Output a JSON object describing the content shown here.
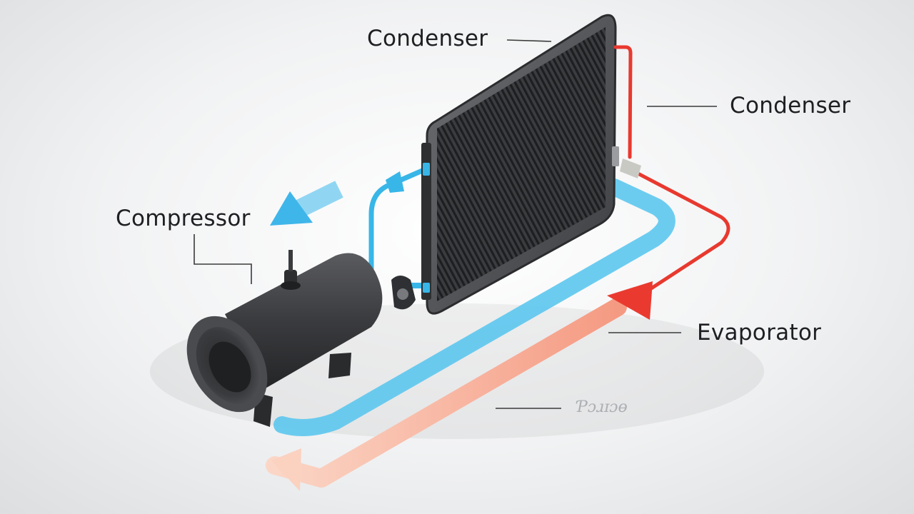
{
  "labels": {
    "condenser_top": "Condenser",
    "condenser_right": "Condenser",
    "compressor": "Compressor",
    "evaporator": "Evaporator",
    "faint_mark": "Ƥɔɹɪɔɵ"
  },
  "colors": {
    "cold_line": "#3fb9ea",
    "hot_line": "#e8392f",
    "hot_line_light": "#f7b59c",
    "body_dark": "#3a3b3e",
    "text": "#1e1f22"
  }
}
